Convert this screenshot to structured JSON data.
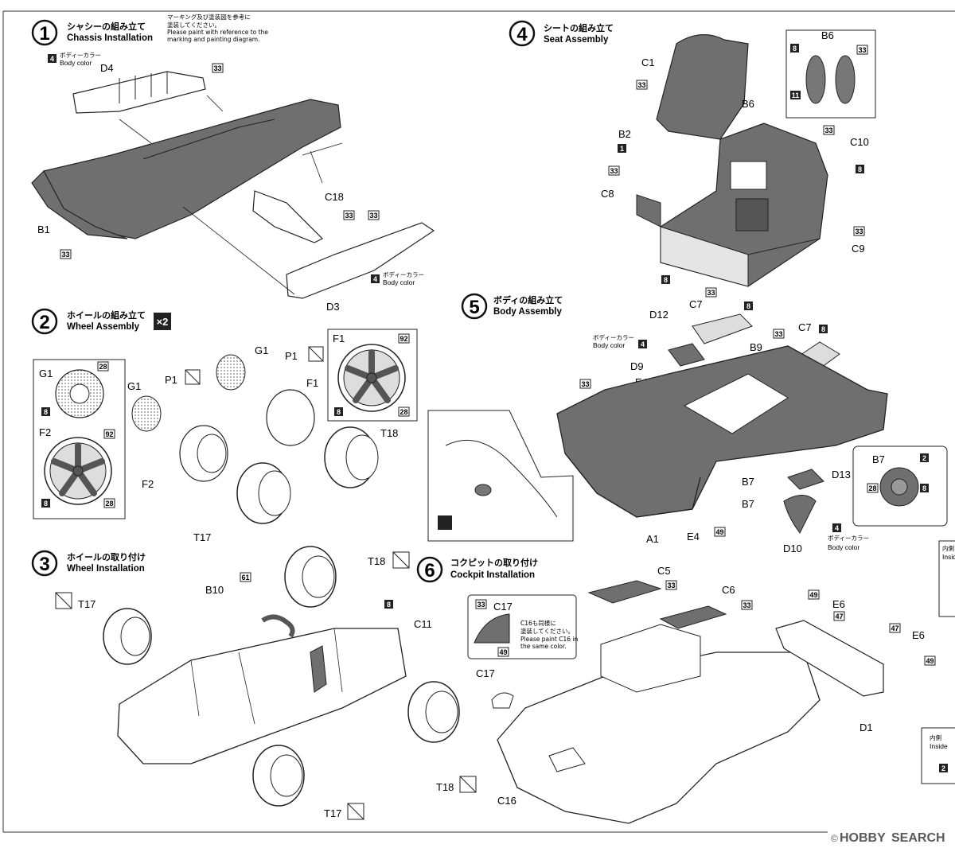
{
  "colors": {
    "part_gray": "#6f6f6f",
    "line": "#222222",
    "paper": "#ffffff",
    "watermark": "#5a5a5a"
  },
  "step1": {
    "number": "1",
    "title_jp": "シャシーの組み立て",
    "title_en": "Chassis Installation",
    "paint_note_jp_1": "マーキング及び塗装図を参考に",
    "paint_note_jp_2": "塗装してください。",
    "paint_note_en_1": "Please paint with reference to the",
    "paint_note_en_2": "marking and painting diagram.",
    "body_color_jp": "ボディーカラー",
    "body_color_en": "Body color",
    "parts": [
      "D4",
      "B1",
      "C18",
      "D3"
    ],
    "badge_4": "4",
    "badge_33": "33"
  },
  "step2": {
    "number": "2",
    "title_jp": "ホイールの組み立て",
    "title_en": "Wheel Assembly",
    "times": "×2",
    "parts": [
      "G1",
      "P1",
      "F1",
      "F2",
      "T17",
      "T18"
    ],
    "badges": [
      "28",
      "8",
      "92"
    ]
  },
  "step3": {
    "number": "3",
    "title_jp": "ホイールの取り付け",
    "title_en": "Wheel Installation",
    "parts": [
      "T17",
      "B10",
      "C11",
      "T18"
    ],
    "badges": [
      "61",
      "8"
    ]
  },
  "step4": {
    "number": "4",
    "title_jp": "シートの組み立て",
    "title_en": "Seat Assembly",
    "parts": [
      "C1",
      "B6",
      "B2",
      "C10",
      "C8",
      "C9"
    ],
    "badges": [
      "33",
      "1",
      "8",
      "11"
    ]
  },
  "step5": {
    "number": "5",
    "title_jp": "ボディの組み立て",
    "title_en": "Body Assembly",
    "body_color_jp": "ボディーカラー",
    "body_color_en": "Body color",
    "parts": [
      "D12",
      "C7",
      "B9",
      "D9",
      "E4",
      "A1",
      "B7",
      "D13",
      "D10"
    ],
    "badges": [
      "8",
      "4",
      "33",
      "49",
      "2",
      "28"
    ]
  },
  "step6": {
    "number": "6",
    "title_jp": "コクピットの取り付け",
    "title_en": "Cockpit  Installation",
    "parts": [
      "C5",
      "C6",
      "C17",
      "E6",
      "C16",
      "D1"
    ],
    "badges": [
      "33",
      "49",
      "47"
    ],
    "note_jp_1": "C16も同様に",
    "note_jp_2": "塗装してください。",
    "note_en_1": "Please paint C16 in",
    "note_en_2": "the same color."
  },
  "side": {
    "inside_jp": "内側",
    "inside_en": "Inside",
    "partial_jp": "内側",
    "partial_en": "Insid"
  },
  "watermark": {
    "prefix": "©",
    "brand": "HOBBY",
    "word": "SEARCH"
  }
}
